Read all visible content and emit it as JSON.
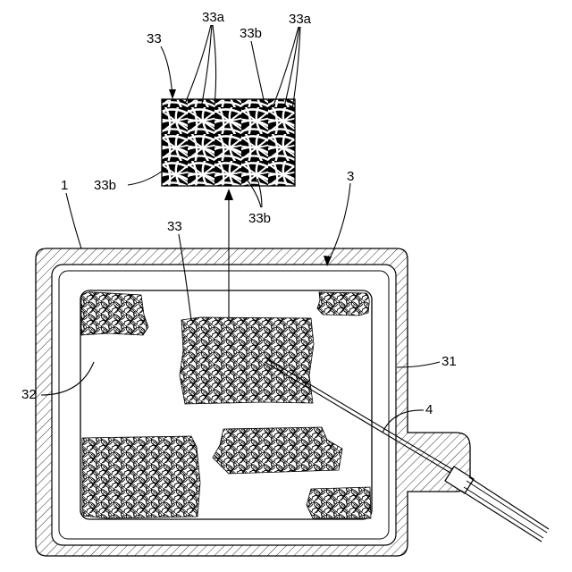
{
  "labels": {
    "device": "1",
    "electrode": "3",
    "electrode_region": "31",
    "base_surface": "32",
    "fiber_patch": "33",
    "fiber": "33a",
    "gap": "33b",
    "lead": "4"
  },
  "patch_count": 6
}
